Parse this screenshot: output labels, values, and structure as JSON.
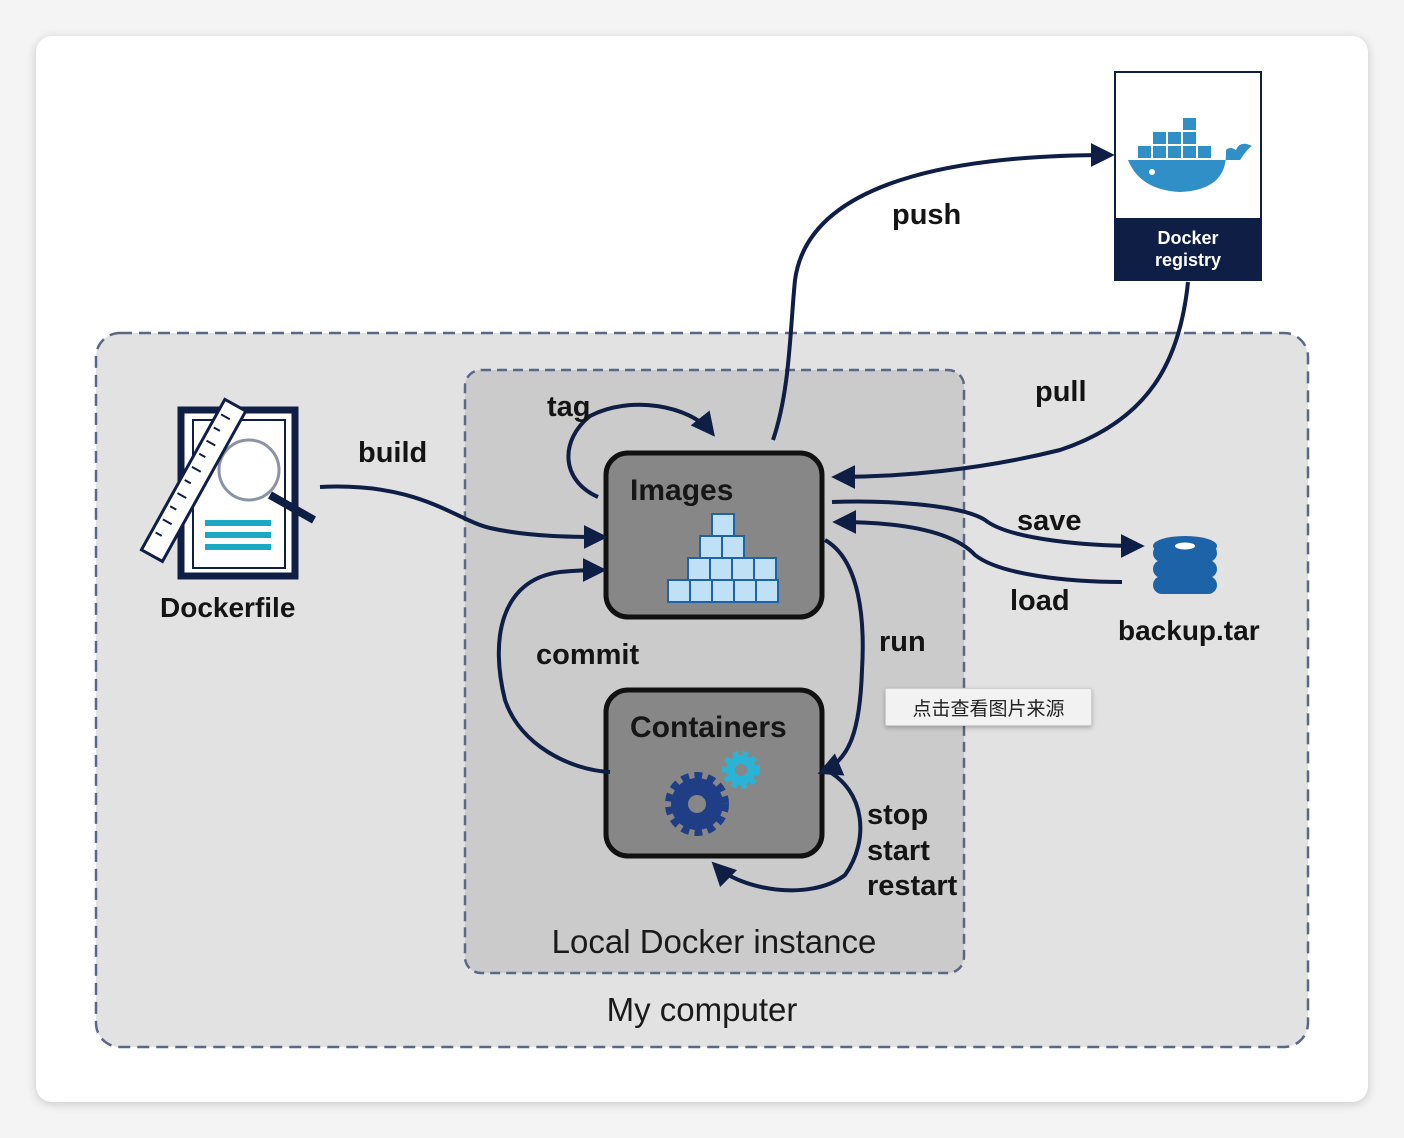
{
  "nodes": {
    "dockerfile": "Dockerfile",
    "images": "Images",
    "containers": "Containers",
    "registry_line1": "Docker",
    "registry_line2": "registry",
    "backup": "backup.tar"
  },
  "edges": {
    "build": "build",
    "tag": "tag",
    "push": "push",
    "pull": "pull",
    "save": "save",
    "load": "load",
    "commit": "commit",
    "run": "run",
    "stop": "stop",
    "start": "start",
    "restart": "restart"
  },
  "regions": {
    "local": "Local Docker instance",
    "computer": "My computer"
  },
  "tooltip": "点击查看图片来源",
  "colors": {
    "arrow": "#0e1e45",
    "box_fill": "#878787",
    "outer_fill": "#e2e2e2",
    "inner_fill": "#cbcbcb",
    "registry_band": "#0e1e45",
    "docker_blue": "#2f8fc6"
  }
}
